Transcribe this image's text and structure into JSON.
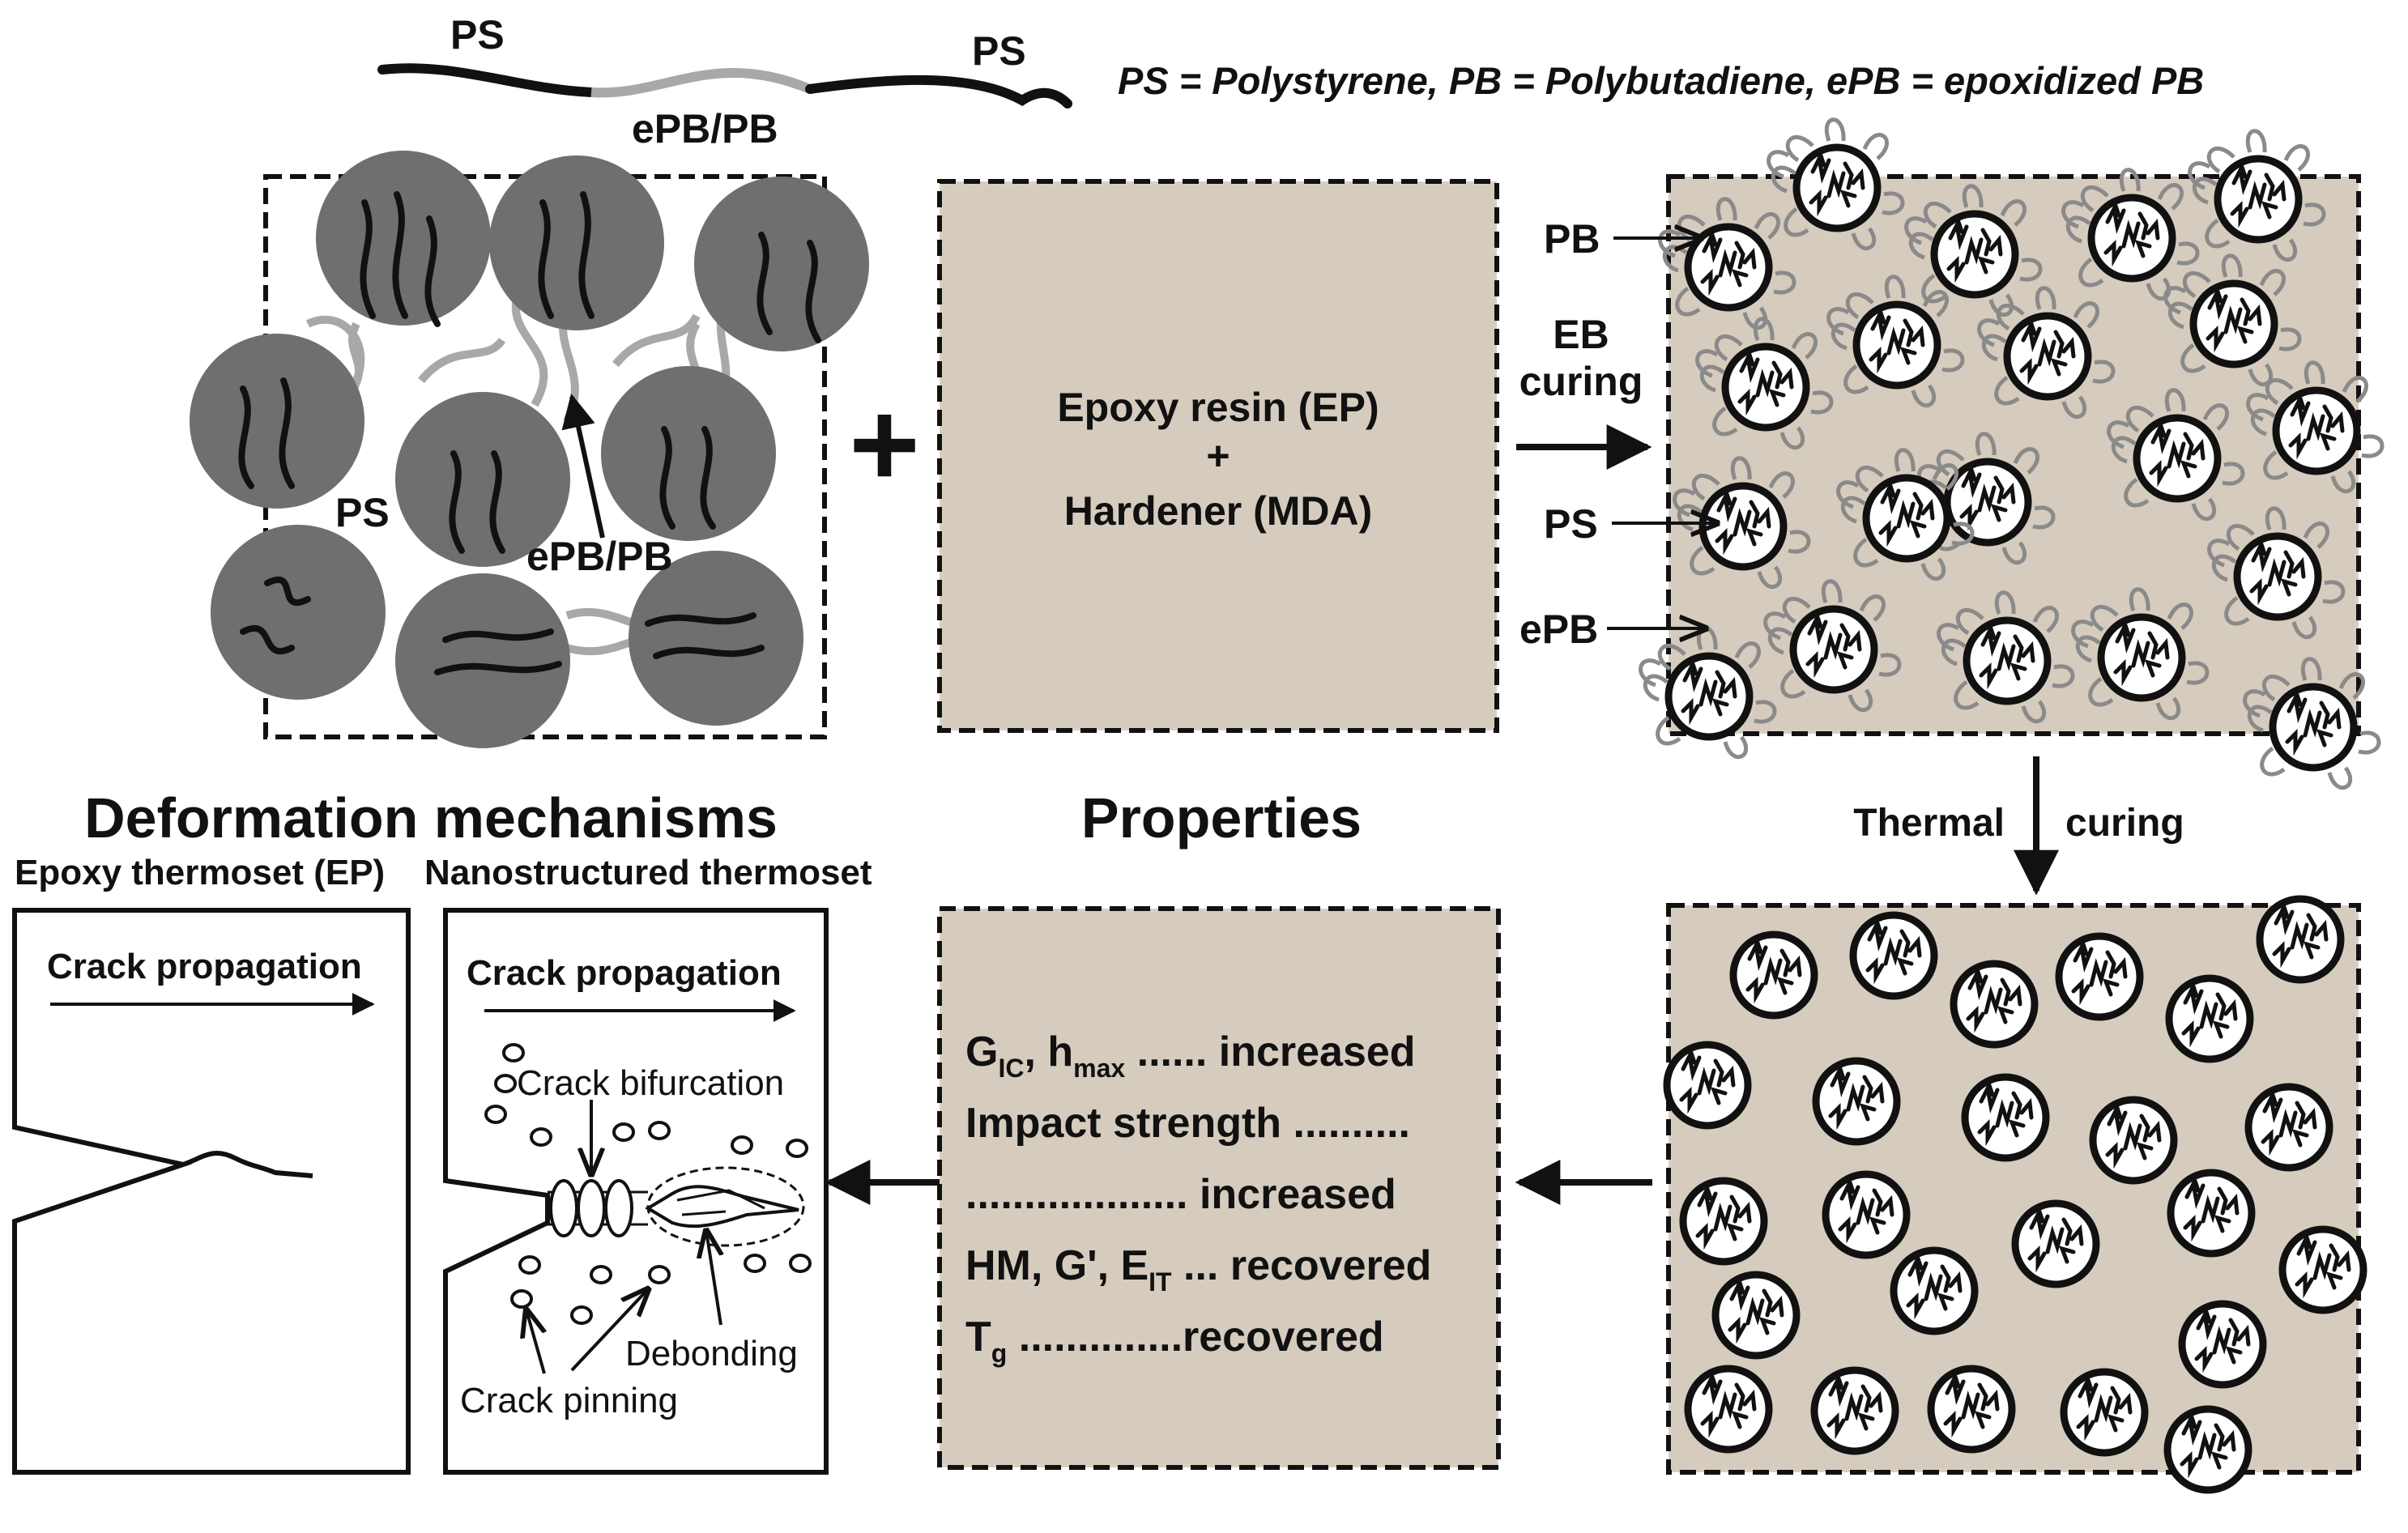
{
  "colors": {
    "matrix": "#d9cfc1",
    "micelle": "#6f6f6f",
    "ink": "#111111",
    "gray_chain": "#a8a8a8"
  },
  "copolymer": {
    "ps_left": "PS",
    "ps_right": "PS",
    "middle": "ePB/PB"
  },
  "legend": "PS = Polystyrene, PB = Polybutadiene, ePB = epoxidized PB",
  "micelle_box": {
    "ps_label": "PS",
    "epb_label": "ePB/PB"
  },
  "plus_sign": "+",
  "resin_box": {
    "line1": "Epoxy resin (EP)",
    "line2": "+",
    "line3": "Hardener (MDA)"
  },
  "eb_step": {
    "line1": "EB",
    "line2": "curing"
  },
  "cured_labels": {
    "pb": "PB",
    "ps": "PS",
    "epb": "ePB"
  },
  "thermal_step": {
    "left": "Thermal",
    "right": "curing"
  },
  "properties": {
    "title": "Properties",
    "line1_g": "G",
    "line1_g_sub": "IC",
    "line1_h": ", h",
    "line1_h_sub": "max",
    "line1_rest": " ...... increased",
    "line2": "Impact strength ..........",
    "line3": "................... increased",
    "line4_main": "HM, G', E",
    "line4_sub": "IT",
    "line4_rest": " ... recovered",
    "line5_main": "T",
    "line5_sub": "g",
    "line5_rest": " ..............recovered"
  },
  "deformation": {
    "title": "Deformation mechanisms",
    "ep_label": "Epoxy thermoset (EP)",
    "nano_label": "Nanostructured thermoset",
    "crack_propagation": "Crack propagation",
    "crack_bifurcation": "Crack bifurcation",
    "debonding": "Debonding",
    "crack_pinning": "Crack pinning"
  }
}
